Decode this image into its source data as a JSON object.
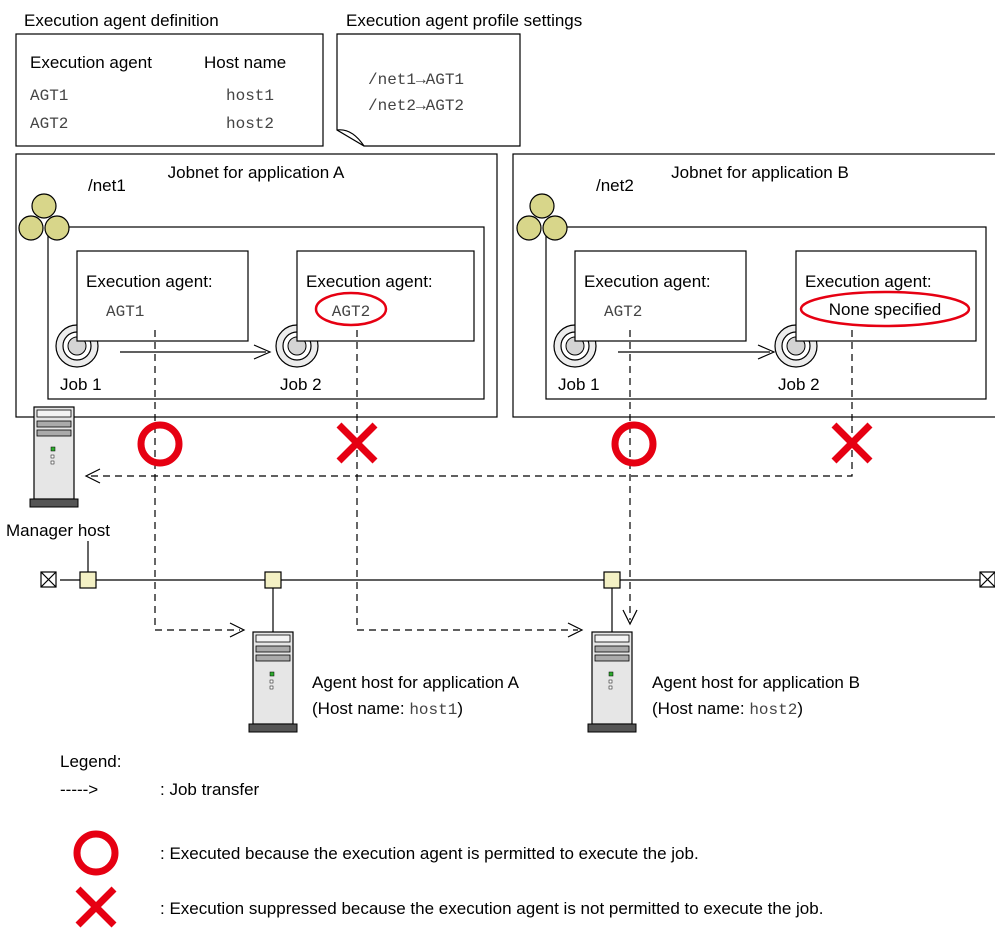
{
  "definition": {
    "title": "Execution agent definition",
    "col_agent": "Execution agent",
    "col_host": "Host name",
    "rows": [
      {
        "agent": "AGT1",
        "host": "host1"
      },
      {
        "agent": "AGT2",
        "host": "host2"
      }
    ]
  },
  "profile": {
    "title": "Execution agent profile settings",
    "lines": [
      "/net1→AGT1",
      "/net2→AGT2"
    ]
  },
  "jobnet_a": {
    "title": "Jobnet for application A",
    "net": "/net1",
    "job1": {
      "label": "Execution agent:",
      "agent": "AGT1",
      "name": "Job 1"
    },
    "job2": {
      "label": "Execution agent:",
      "agent": "AGT2",
      "name": "Job 2"
    }
  },
  "jobnet_b": {
    "title": "Jobnet for application B",
    "net": "/net2",
    "job1": {
      "label": "Execution agent:",
      "agent": "AGT2",
      "name": "Job 1"
    },
    "job2": {
      "label": "Execution agent:",
      "agent": "None specified",
      "name": "Job 2"
    }
  },
  "manager": {
    "label": "Manager host"
  },
  "agent_a": {
    "line1": "Agent host for application A",
    "line2_prefix": "(Host name: ",
    "host": "host1",
    "line2_suffix": ")"
  },
  "agent_b": {
    "line1": "Agent host for application B",
    "line2_prefix": "(Host name: ",
    "host": "host2",
    "line2_suffix": ")"
  },
  "legend": {
    "title": "Legend:",
    "transfer_symbol": "----->",
    "transfer": ": Job transfer",
    "executed": ": Executed because the execution agent is permitted to execute the job.",
    "suppressed": ": Execution suppressed because the execution agent is not permitted to execute the job."
  },
  "colors": {
    "mark": "#e60012",
    "node": "#d8d68a",
    "server": "#d9d9d9",
    "lan_node": "#f3f0c4"
  }
}
